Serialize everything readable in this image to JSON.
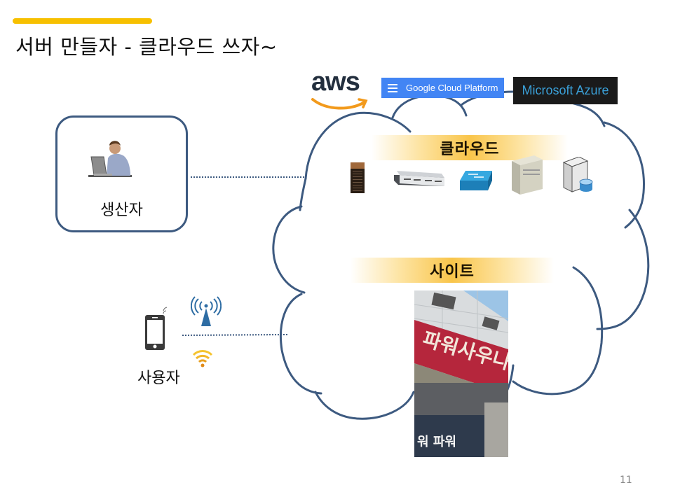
{
  "slide": {
    "title": "서버 만들자 - 클라우드 쓰자~",
    "page_number": "11",
    "accent_color": "#f7c000",
    "outline_color": "#3d5a80"
  },
  "producer": {
    "label": "생산자",
    "icon": "person-at-laptop-icon"
  },
  "user": {
    "label": "사용자",
    "icons": [
      "smartphone-icon",
      "antenna-tower-icon",
      "wifi-icon"
    ]
  },
  "providers": {
    "aws": {
      "label": "aws",
      "icon": "aws-smile-arrow-icon"
    },
    "gcp": {
      "label": "Google Cloud Platform",
      "icon": "hamburger-menu-icon",
      "color": "#4285f4"
    },
    "azure": {
      "label": "Microsoft Azure",
      "color": "#3aa0d8",
      "background": "#1a1a1a"
    }
  },
  "cloud": {
    "banner_label": "클라우드",
    "devices": [
      "rack-server-icon",
      "network-appliance-icon",
      "network-switch-icon",
      "tower-server-icon",
      "database-server-icon"
    ]
  },
  "site": {
    "banner_label": "사이트",
    "photo_sign_text": "파워사우나",
    "photo_door_text": "워 파워"
  }
}
